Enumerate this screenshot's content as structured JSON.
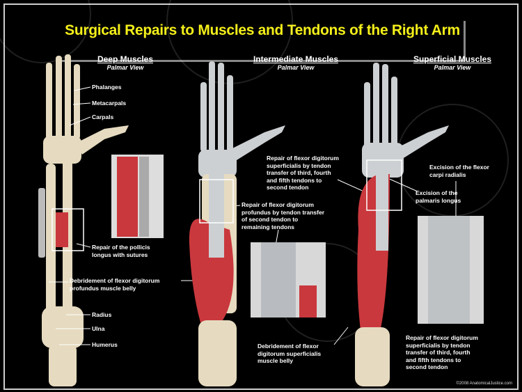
{
  "title": "Surgical Repairs to Muscles and Tendons of the Right Arm",
  "panels": [
    {
      "heading": "Deep Muscles",
      "subheading": "Palmar View"
    },
    {
      "heading": "Intermediate Muscles",
      "subheading": "Palmar View"
    },
    {
      "heading": "Superficial Muscles",
      "subheading": "Palmar View"
    }
  ],
  "labels": {
    "phalanges": "Phalanges",
    "metacarpals": "Metacarpals",
    "carpals": "Carpals",
    "pollicis_repair": "Repair of the pollicis longus with sutures",
    "fdp_debridement": "Debridement of flexor digitorum profundus muscle belly",
    "radius": "Radius",
    "ulna": "Ulna",
    "humerus": "Humerus",
    "fdp_repair": "Repair of flexor digitorum profundus by tendon transfer of second tendon to remaining tendons",
    "fds_debridement": "Debridement of flexor digitorum superficialis muscle belly",
    "fds_repair_top": "Repair of flexor digitorum superficialis by tendon transfer of third, fourth and fifth tendons to second tendon",
    "fcr_excision": "Excision of the flexor carpi radialis",
    "pl_excision": "Excision of the palmaris longus",
    "fds_repair_bottom": "Repair of flexor digitorum superficialis by tendon transfer of third, fourth and fifth tendons to second tendon"
  },
  "copyright": "©2008 AnatomicalJustice.com",
  "colors": {
    "title": "#f4ef1a",
    "bone": "#e6dbc0",
    "muscle": "#c9383d",
    "tendon": "#cdd0d3"
  }
}
